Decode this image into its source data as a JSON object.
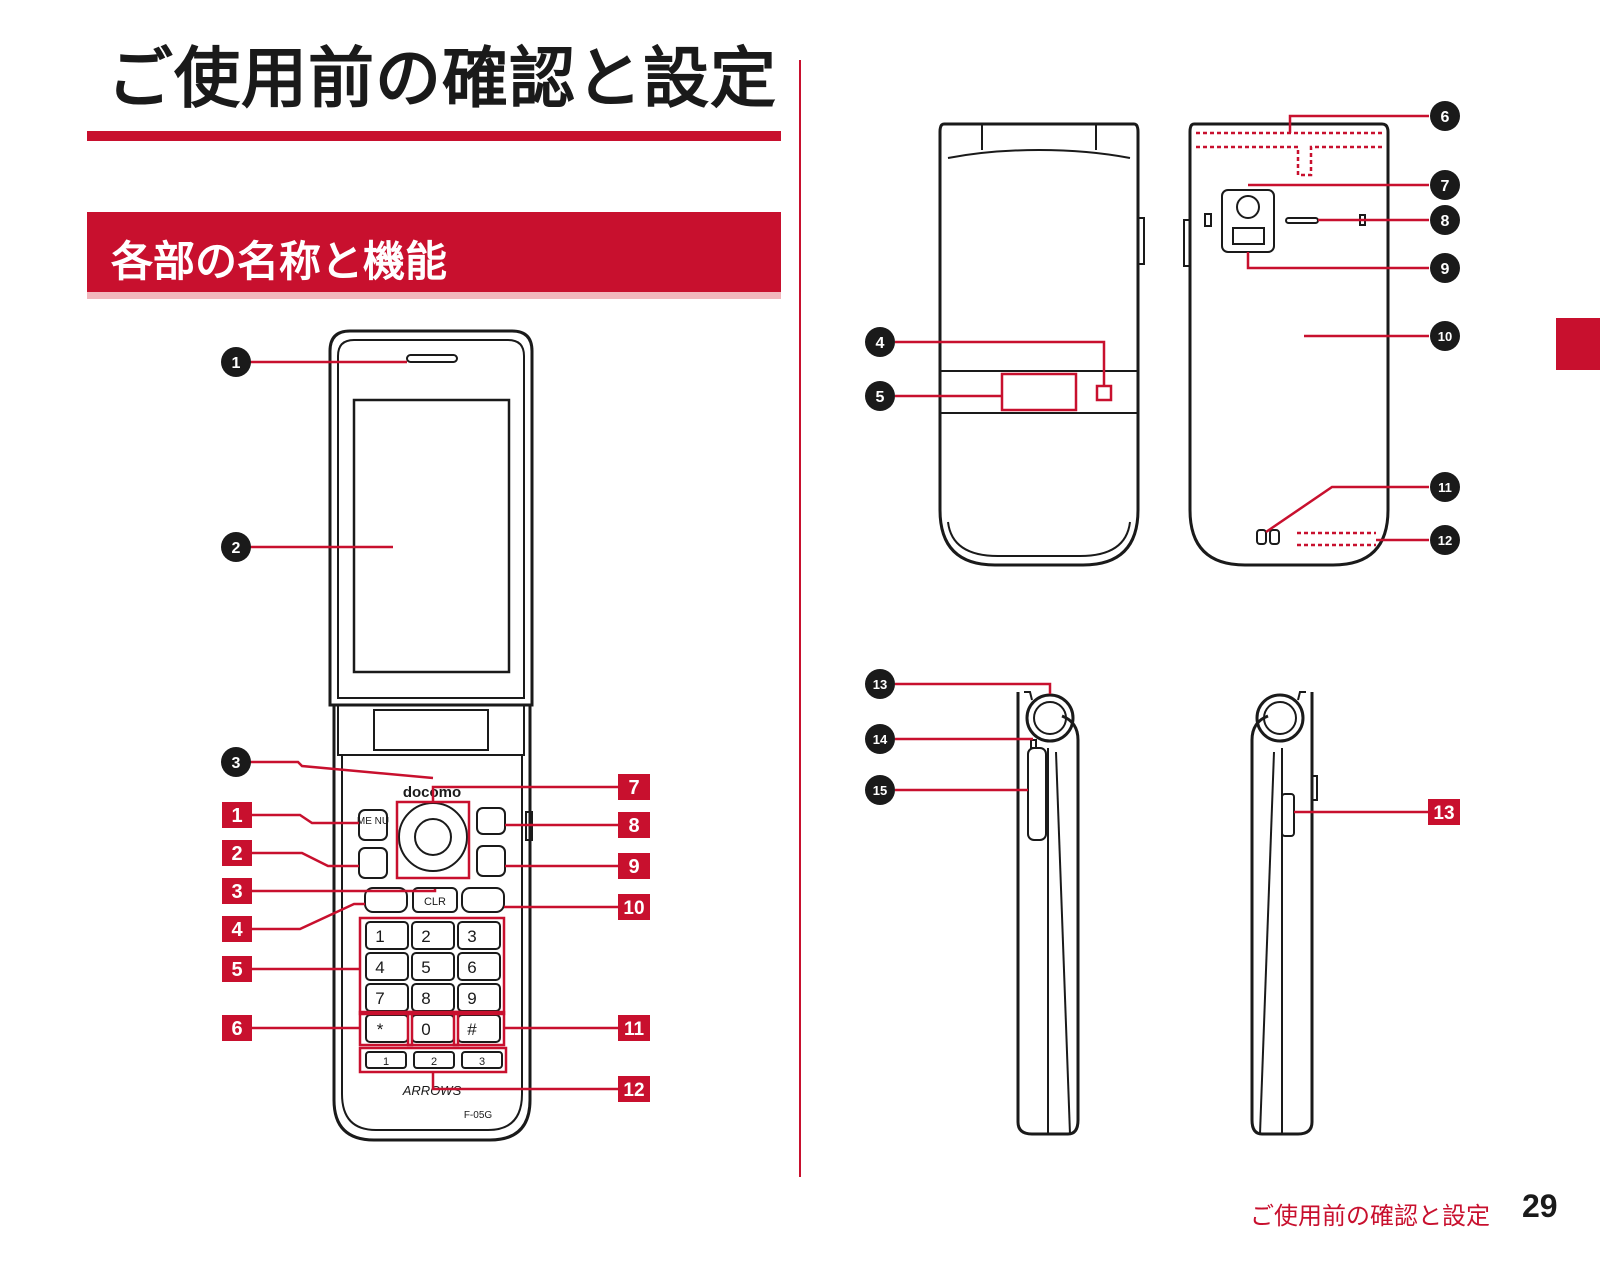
{
  "page": {
    "title": "ご使用前の確認と設定",
    "section_heading": "各部の名称と機能",
    "footer_text": "ご使用前の確認と設定",
    "page_number": "29",
    "accent_color": "#c8102e"
  },
  "front_view": {
    "brand_logo": "docomo",
    "maker_logo": "ARROWS",
    "model": "F-05G",
    "circle_callouts": [
      "1",
      "2",
      "3"
    ],
    "square_callouts": [
      "1",
      "2",
      "3",
      "4",
      "5",
      "6",
      "7",
      "8",
      "9",
      "10",
      "11",
      "12"
    ],
    "keys": {
      "menu": "ME\nNU",
      "clr": "CLR",
      "k1": "1",
      "k2": "2",
      "k3": "3",
      "k4": "4",
      "k5": "5",
      "k6": "6",
      "k7": "7",
      "k8": "8",
      "k9": "9",
      "k0": "0",
      "star": "*",
      "hash": "#",
      "mem1": "1",
      "mem2": "2",
      "mem3": "3"
    }
  },
  "back_view": {
    "circle_callouts": [
      "4",
      "5",
      "6",
      "7",
      "8",
      "9",
      "10",
      "11",
      "12"
    ]
  },
  "side_views": {
    "circle_callouts": [
      "13",
      "14",
      "15"
    ],
    "square_callouts": [
      "13"
    ]
  }
}
